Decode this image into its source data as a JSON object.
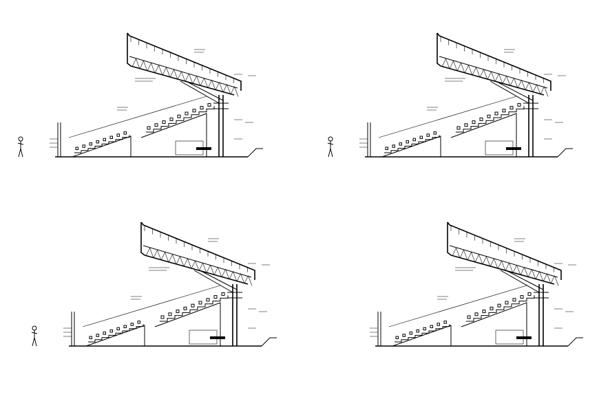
{
  "drawing": {
    "sheet_type": "stadium-grandstand-section-sheet",
    "panels": [
      {
        "id": "section-1",
        "has_person": true
      },
      {
        "id": "section-2",
        "has_person": true
      },
      {
        "id": "section-3",
        "has_person": true
      },
      {
        "id": "section-4",
        "has_person": false
      }
    ]
  },
  "colors": {
    "background": "#ffffff",
    "ink": "#000000"
  }
}
